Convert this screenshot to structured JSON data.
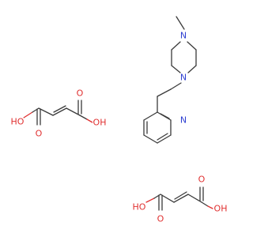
{
  "molecule": {
    "atoms": {
      "n_top": "N",
      "n_bottom": "N",
      "n_pyridine": "N",
      "acid1_oh_left": "HO",
      "acid1_oh_right": "OH",
      "acid1_o_left": "O",
      "acid1_o_right": "O",
      "acid2_oh_left": "HO",
      "acid2_oh_right": "OH",
      "acid2_o_left": "O",
      "acid2_o_right": "O"
    },
    "colors": {
      "nitrogen": "#2e3fd1",
      "oxygen": "#e03030",
      "carbon_bond": "#3a3a3a"
    }
  }
}
